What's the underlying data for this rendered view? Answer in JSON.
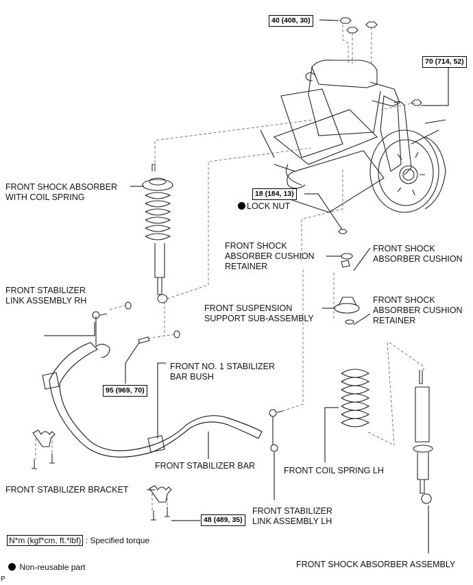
{
  "labels": {
    "shock_with_spring": [
      "FRONT SHOCK ABSORBER",
      "WITH COIL SPRING"
    ],
    "lock_nut": "LOCK NUT",
    "cushion_retainer_upper": [
      "FRONT SHOCK",
      "ABSORBER CUSHION",
      "RETAINER"
    ],
    "cushion": [
      "FRONT SHOCK",
      "ABSORBER CUSHION"
    ],
    "link_rh": [
      "FRONT STABILIZER",
      "LINK ASSEMBLY RH"
    ],
    "support_sub": [
      "FRONT SUSPENSION",
      "SUPPORT SUB-ASSEMBLY"
    ],
    "cushion_retainer_lower": [
      "FRONT SHOCK",
      "ABSORBER CUSHION",
      "RETAINER"
    ],
    "bar_bush": [
      "FRONT NO. 1 STABILIZER",
      "BAR BUSH"
    ],
    "stabilizer_bar": "FRONT STABILIZER BAR",
    "coil_spring_lh": "FRONT COIL SPRING LH",
    "stabilizer_bracket": "FRONT STABILIZER BRACKET",
    "link_lh": [
      "FRONT STABILIZER",
      "LINK ASSEMBLY LH"
    ],
    "shock_assembly": "FRONT SHOCK ABSORBER ASSEMBLY"
  },
  "torques": {
    "upper_nuts": "40 (408, 30)",
    "knuckle_nut": "70 (714, 52)",
    "lock_nut": "18 (184, 13)",
    "lower_bolt": "95 (969, 70)",
    "bracket_bolt": "48 (489, 35)"
  },
  "legend": {
    "torque_unit": "N*m (kgf*cm, ft.*lbf)",
    "torque_desc": ": Specified torque",
    "non_reusable": "Non-reusable part"
  },
  "corner_mark": "P"
}
